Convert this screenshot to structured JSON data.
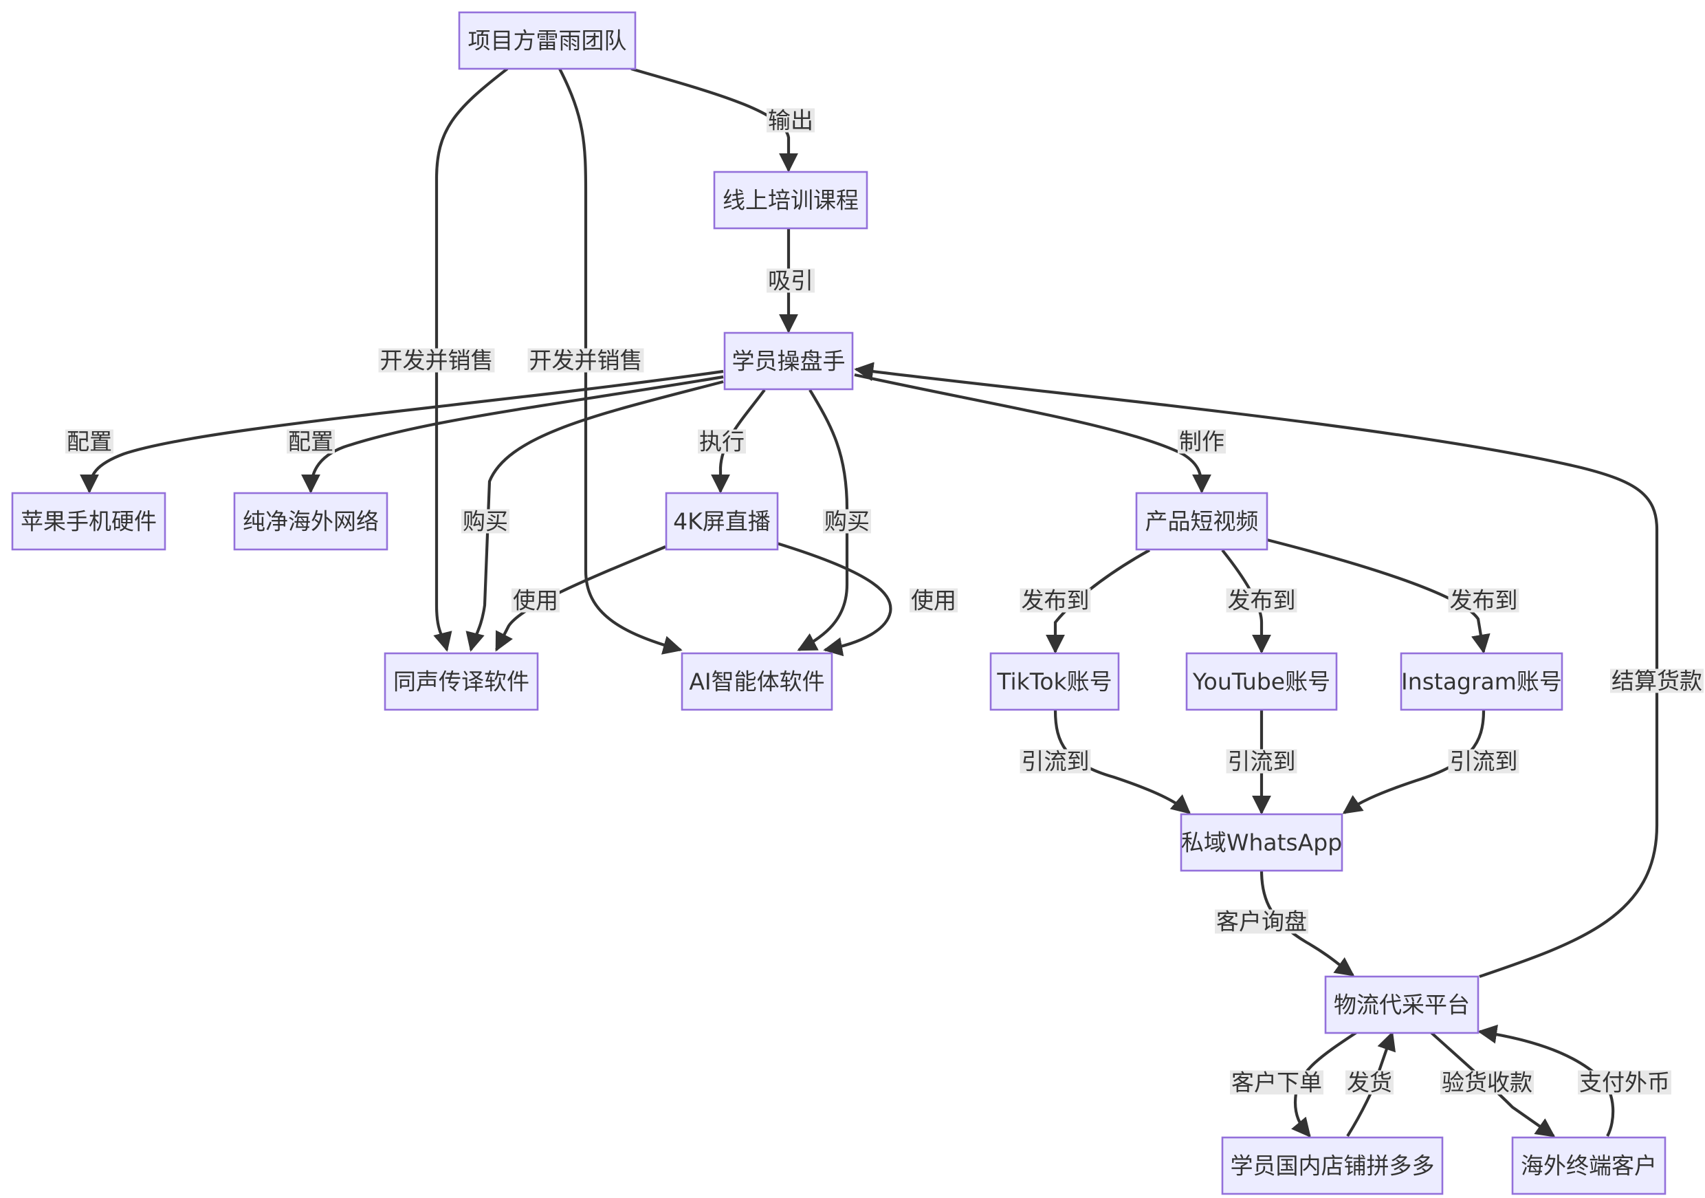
{
  "nodes": [
    {
      "id": "lyx",
      "label": "项目方雷雨团队"
    },
    {
      "id": "course",
      "label": "线上培训课程"
    },
    {
      "id": "trader",
      "label": "学员操盘手"
    },
    {
      "id": "iphone",
      "label": "苹果手机硬件"
    },
    {
      "id": "network",
      "label": "纯净海外网络"
    },
    {
      "id": "live4k",
      "label": "4K屏直播"
    },
    {
      "id": "video",
      "label": "产品短视频"
    },
    {
      "id": "trans",
      "label": "同声传译软件"
    },
    {
      "id": "aiagent",
      "label": "AI智能体软件"
    },
    {
      "id": "tiktok",
      "label": "TikTok账号"
    },
    {
      "id": "youtube",
      "label": "YouTube账号"
    },
    {
      "id": "instagram",
      "label": "Instagram账号"
    },
    {
      "id": "whatsapp",
      "label": "私域WhatsApp"
    },
    {
      "id": "logistics",
      "label": "物流代采平台"
    },
    {
      "id": "pdd",
      "label": "学员国内店铺拼多多"
    },
    {
      "id": "overseas",
      "label": "海外终端客户"
    }
  ],
  "edges": [
    {
      "id": "e_lyx_course",
      "from": "lyx",
      "to": "course",
      "label": "输出"
    },
    {
      "id": "e_lyx_trans",
      "from": "lyx",
      "to": "trans",
      "label": "开发并销售"
    },
    {
      "id": "e_lyx_ai",
      "from": "lyx",
      "to": "aiagent",
      "label": "开发并销售"
    },
    {
      "id": "e_course_trader",
      "from": "course",
      "to": "trader",
      "label": "吸引"
    },
    {
      "id": "e_trader_iphone",
      "from": "trader",
      "to": "iphone",
      "label": "配置"
    },
    {
      "id": "e_trader_network",
      "from": "trader",
      "to": "network",
      "label": "配置"
    },
    {
      "id": "e_trader_trans",
      "from": "trader",
      "to": "trans",
      "label": "购买"
    },
    {
      "id": "e_trader_live",
      "from": "trader",
      "to": "live4k",
      "label": "执行"
    },
    {
      "id": "e_trader_ai",
      "from": "trader",
      "to": "aiagent",
      "label": "购买"
    },
    {
      "id": "e_trader_video",
      "from": "trader",
      "to": "video",
      "label": "制作"
    },
    {
      "id": "e_live_trans",
      "from": "live4k",
      "to": "trans",
      "label": "使用"
    },
    {
      "id": "e_live_ai",
      "from": "live4k",
      "to": "aiagent",
      "label": "使用"
    },
    {
      "id": "e_video_tiktok",
      "from": "video",
      "to": "tiktok",
      "label": "发布到"
    },
    {
      "id": "e_video_youtube",
      "from": "video",
      "to": "youtube",
      "label": "发布到"
    },
    {
      "id": "e_video_instagram",
      "from": "video",
      "to": "instagram",
      "label": "发布到"
    },
    {
      "id": "e_tiktok_wa",
      "from": "tiktok",
      "to": "whatsapp",
      "label": "引流到"
    },
    {
      "id": "e_youtube_wa",
      "from": "youtube",
      "to": "whatsapp",
      "label": "引流到"
    },
    {
      "id": "e_instagram_wa",
      "from": "instagram",
      "to": "whatsapp",
      "label": "引流到"
    },
    {
      "id": "e_wa_logistics",
      "from": "whatsapp",
      "to": "logistics",
      "label": "客户询盘"
    },
    {
      "id": "e_logistics_pdd",
      "from": "logistics",
      "to": "pdd",
      "label": "客户下单"
    },
    {
      "id": "e_pdd_logistics",
      "from": "pdd",
      "to": "logistics",
      "label": "发货"
    },
    {
      "id": "e_logistics_overseas",
      "from": "logistics",
      "to": "overseas",
      "label": "验货收款"
    },
    {
      "id": "e_overseas_logistics",
      "from": "overseas",
      "to": "logistics",
      "label": "支付外币"
    },
    {
      "id": "e_logistics_trader",
      "from": "logistics",
      "to": "trader",
      "label": "结算货款"
    }
  ],
  "colors": {
    "node_fill": "#ECECFF",
    "node_stroke": "#9370DB",
    "edge": "#333333",
    "label_bg": "#e8e8e8",
    "text": "#333333"
  }
}
